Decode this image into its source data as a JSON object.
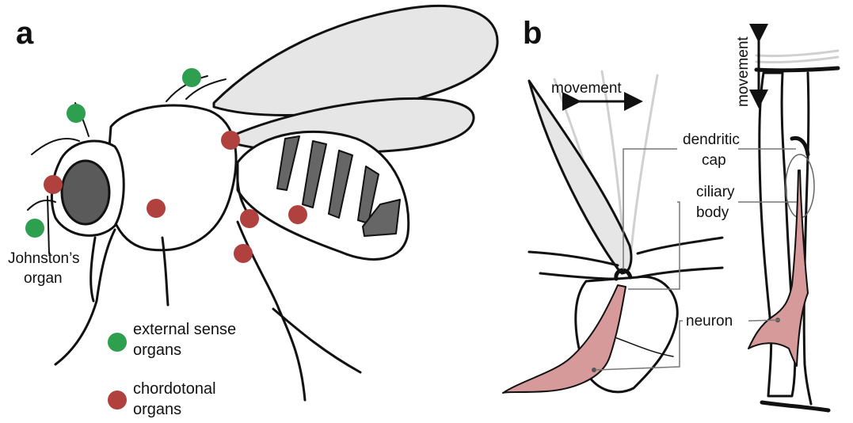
{
  "panels": {
    "a": "a",
    "b": "b"
  },
  "labels": {
    "johnstons_line1": "Johnston’s",
    "johnstons_line2": "organ",
    "movement_horizontal": "movement",
    "movement_vertical": "movement",
    "dendritic_line1": "dendritic",
    "dendritic_line2": "cap",
    "ciliary_line1": "ciliary",
    "ciliary_line2": "body",
    "neuron": "neuron"
  },
  "legend": {
    "external_line1": "external sense",
    "external_line2": "organs",
    "chordotonal_line1": "chordotonal",
    "chordotonal_line2": "organs"
  },
  "colors": {
    "external_sense": "#2e9e4f",
    "chordotonal": "#b0413e",
    "neuron_fill": "#d69a9a",
    "wing_fill": "#e6e6e6",
    "eye_fill": "#5a5a5a"
  }
}
